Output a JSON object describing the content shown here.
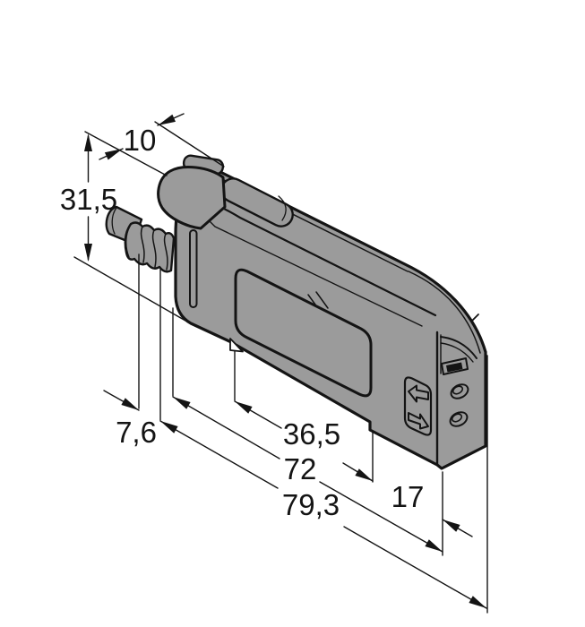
{
  "dims": {
    "top_width": "10",
    "overall_height": "31,5",
    "cable_gland": "7,6",
    "notch_to_step": "36,5",
    "housing_length": "72",
    "overall_length": "79,3",
    "end_cap_width": "17"
  },
  "colors": {
    "body_fill": "#9b9b9b",
    "line": "#141414",
    "background": "#ffffff"
  }
}
